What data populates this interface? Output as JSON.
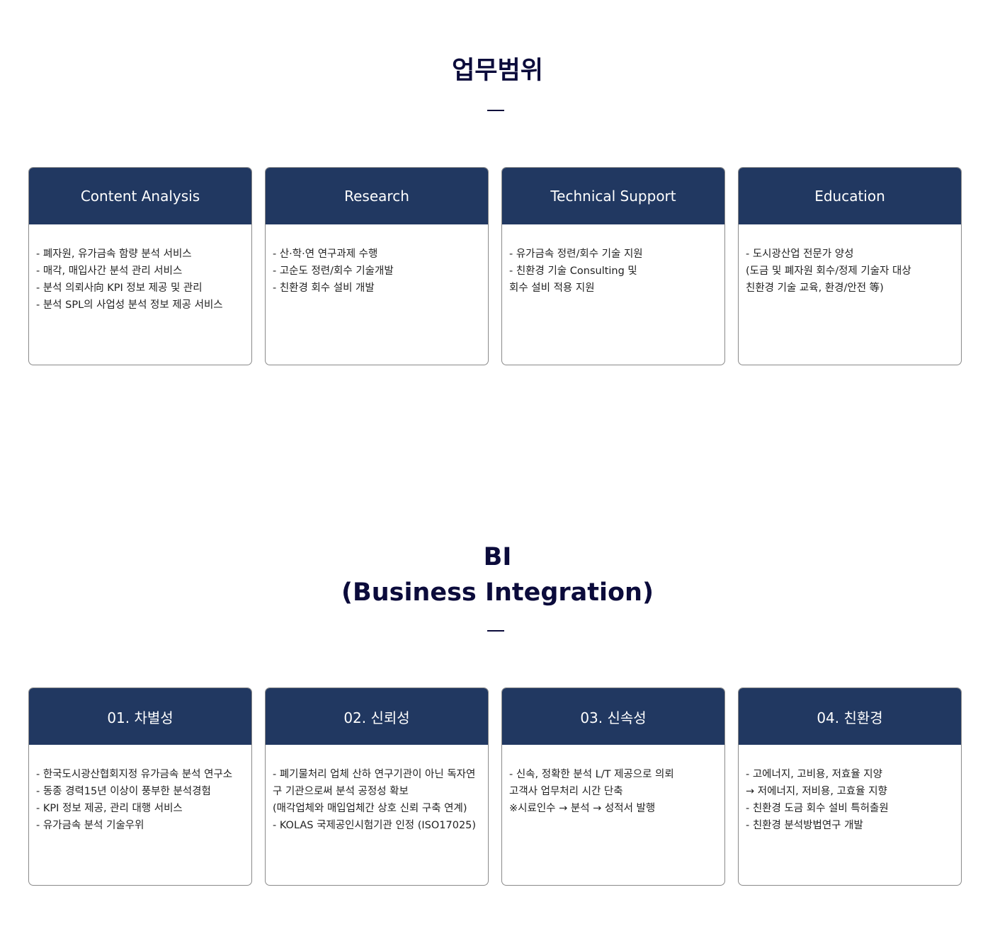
{
  "scope": {
    "title": "업무범위",
    "cards": [
      {
        "title": "Content Analysis",
        "lines": [
          "- 폐자원, 유가금속 함량 분석 서비스",
          "- 매각, 매입사간 분석 관리 서비스",
          "- 분석 의뢰사向 KPI 정보 제공 및 관리",
          "- 분석 SPL의 사업성 분석 정보 제공 서비스"
        ]
      },
      {
        "title": "Research",
        "lines": [
          "- 산·학·연 연구과제 수행",
          "- 고순도 정련/회수 기술개발",
          "- 친환경 회수 설비 개발"
        ]
      },
      {
        "title": "Technical Support",
        "lines": [
          "- 유가금속 정련/회수 기술 지원",
          "- 친환경 기술 Consulting 및",
          "회수 설비 적용 지원"
        ]
      },
      {
        "title": "Education",
        "lines": [
          "- 도시광산업 전문가 양성",
          "(도금 및 폐자원 회수/정제 기술자 대상",
          "친환경 기술 교육, 환경/안전 等)"
        ]
      }
    ]
  },
  "bi": {
    "title_line1": "BI",
    "title_line2": "(Business Integration)",
    "cards": [
      {
        "title": "01. 차별성",
        "lines": [
          "- 한국도시광산협회지정 유가금속 분석 연구소",
          "- 동종 경력15년 이상이 풍부한 분석경험",
          "- KPI 정보 제공, 관리 대행 서비스",
          "- 유가금속 분석 기술우위"
        ]
      },
      {
        "title": "02. 신뢰성",
        "lines": [
          "- 폐기물처리 업체 산하 연구기관이 아닌 독자연구 기관으로써 분석 공정성 확보",
          "(매각업체와 매입업체간 상호 신뢰 구축 연계)",
          "- KOLAS 국제공인시험기관 인정 (ISO17025)"
        ]
      },
      {
        "title": "03. 신속성",
        "lines": [
          "- 신속, 정확한 분석 L/T 제공으로 의뢰",
          "고객사 업무처리 시간 단축",
          "※시료인수 → 분석 → 성적서 발행"
        ]
      },
      {
        "title": "04. 친환경",
        "lines": [
          "- 고에너지, 고비용, 저효율 지양",
          "→ 저에너지, 저비용, 고효율 지향",
          "- 친환경 도금 회수 설비 특허출원",
          "- 친환경 분석방법연구 개발"
        ]
      }
    ]
  }
}
